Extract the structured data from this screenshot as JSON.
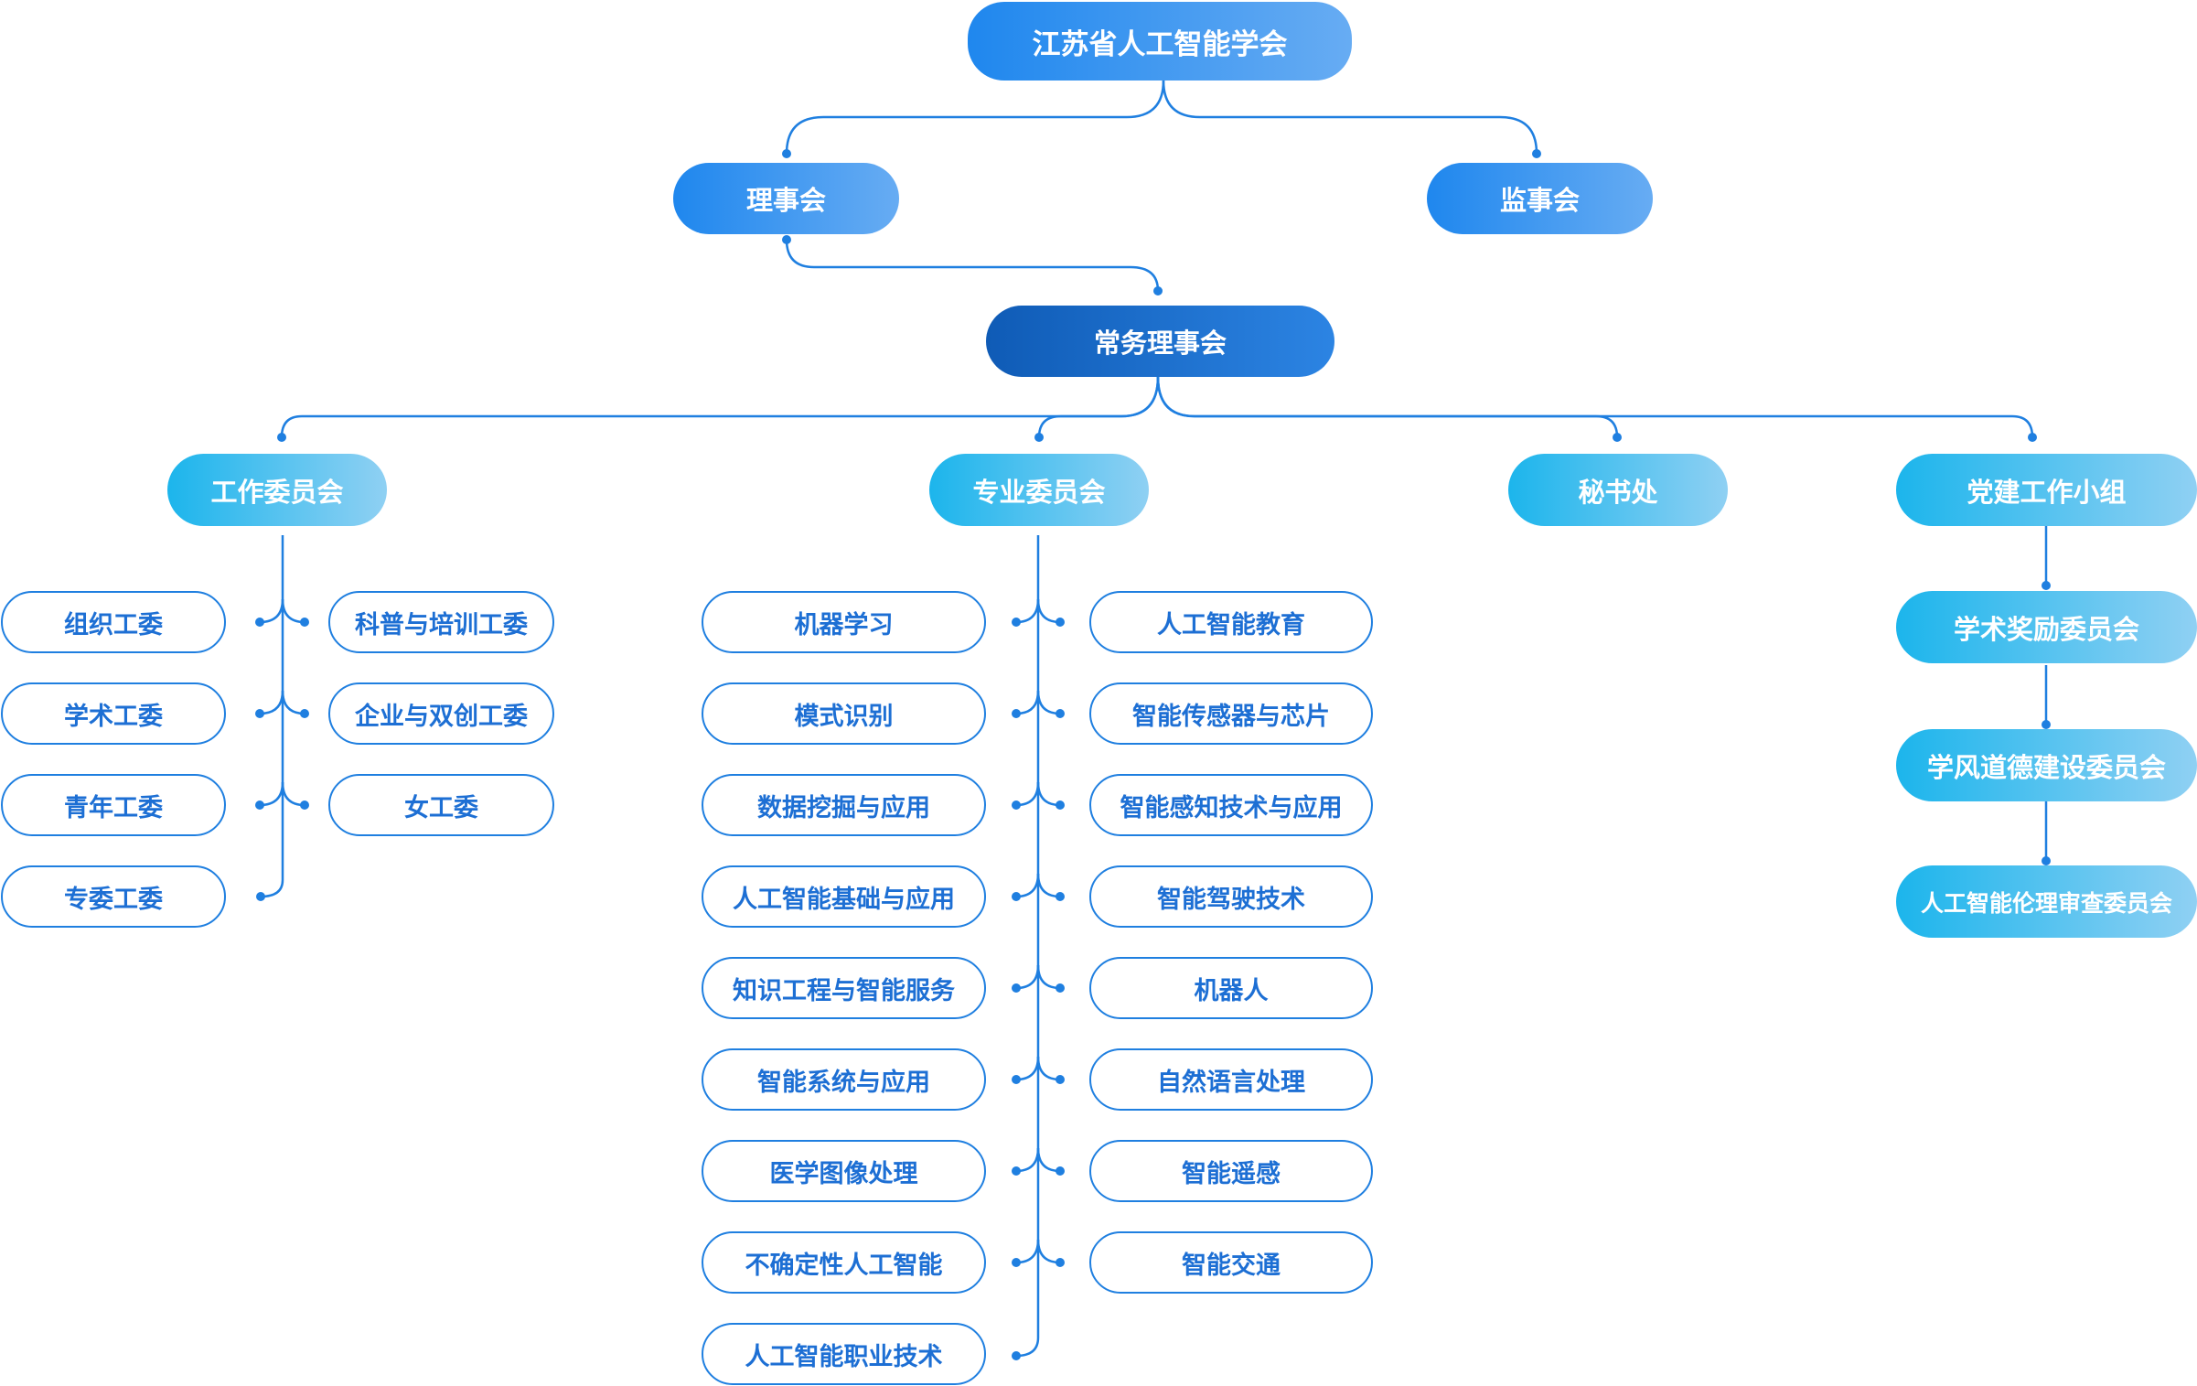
{
  "root": "江苏省人工智能学会",
  "council": "理事会",
  "supervisory": "监事会",
  "standing": "常务理事会",
  "cat_work": "工作委员会",
  "cat_pro": "专业委员会",
  "cat_sec": "秘书处",
  "cat_party": "党建工作小组",
  "work_left": [
    "组织工委",
    "学术工委",
    "青年工委",
    "专委工委"
  ],
  "work_right": [
    "科普与培训工委",
    "企业与双创工委",
    "女工委"
  ],
  "pro_left": [
    "机器学习",
    "模式识别",
    "数据挖掘与应用",
    "人工智能基础与应用",
    "知识工程与智能服务",
    "智能系统与应用",
    "医学图像处理",
    "不确定性人工智能",
    "人工智能职业技术"
  ],
  "pro_right": [
    "人工智能教育",
    "智能传感器与芯片",
    "智能感知技术与应用",
    "智能驾驶技术",
    "机器人",
    "自然语言处理",
    "智能遥感",
    "智能交通"
  ],
  "party": [
    "学术奖励委员会",
    "学风道德建设委员会",
    "人工智能伦理审查委员会"
  ],
  "colors": {
    "line": "#1f7fe0",
    "text_outline": "#1d6fd4"
  }
}
